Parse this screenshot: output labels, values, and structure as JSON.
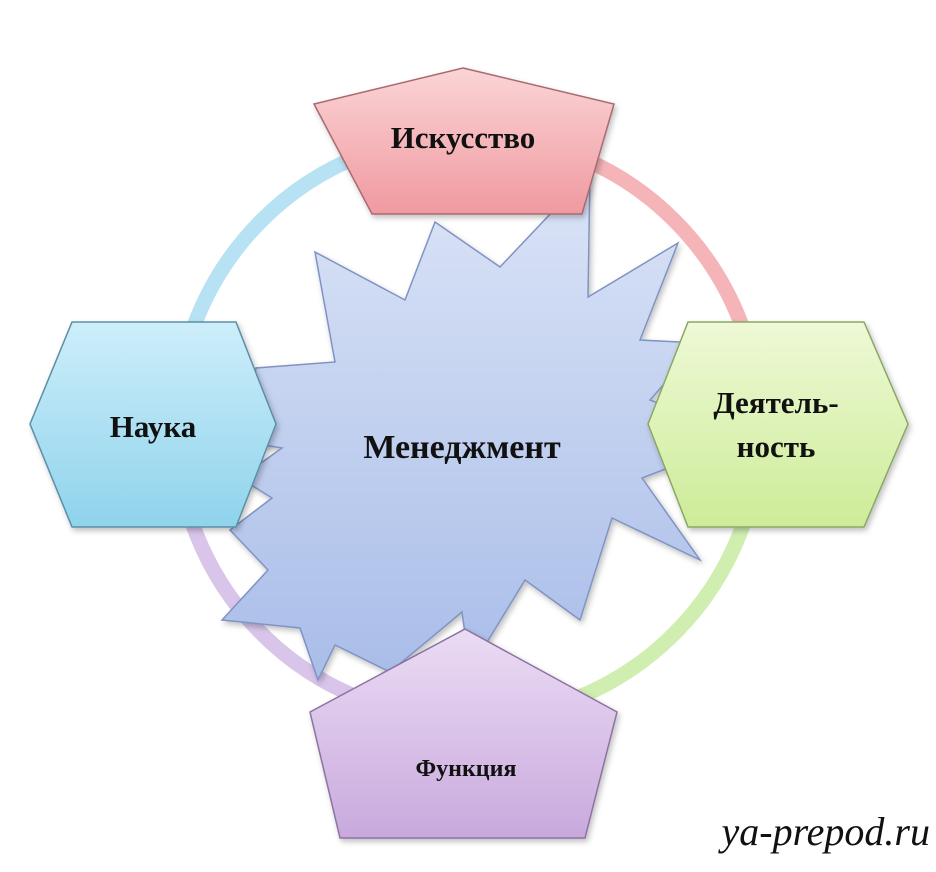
{
  "center": {
    "label": "Менеджмент",
    "color": "#c5d3f1"
  },
  "nodes": {
    "top": {
      "label": "Искусство",
      "color": "#f2a5aa"
    },
    "left": {
      "label": "Наука",
      "color": "#a5dbf0"
    },
    "right": {
      "lines": [
        "Деятель-",
        "ность"
      ],
      "color": "#d7f0a9"
    },
    "bottom": {
      "label": "Функция",
      "color": "#d7bfe7"
    }
  },
  "ring_colors": [
    "#f4b4b8",
    "#cfeeb0",
    "#d9c5ea",
    "#b6e2f3"
  ],
  "watermark": "ya-prepod.ru"
}
